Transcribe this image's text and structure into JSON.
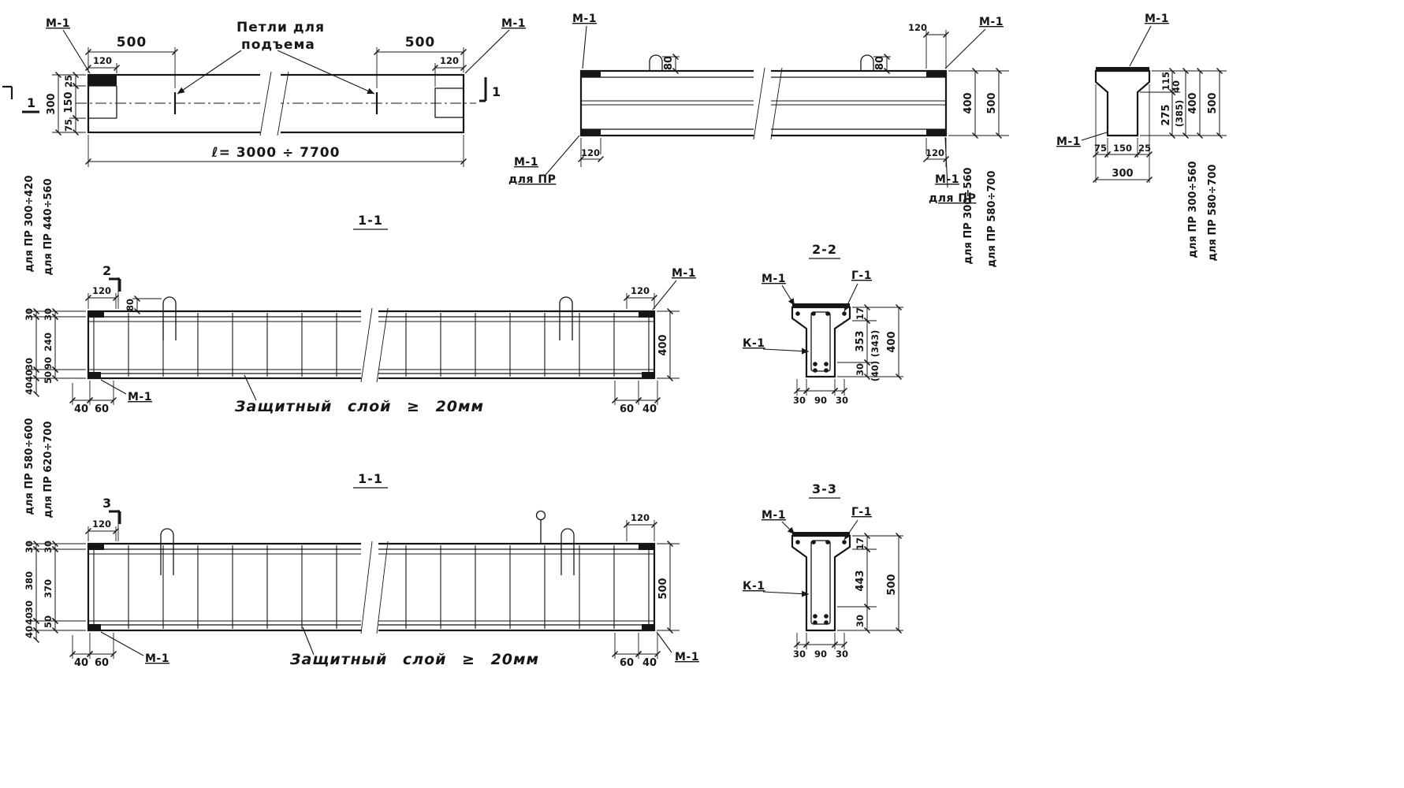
{
  "labels": {
    "m1": "М-1",
    "g1": "Г-1",
    "k1": "К-1",
    "lifting_line1": "Петли для",
    "lifting_line2": "подъема",
    "dlya_pr": "для ПР",
    "protective_layer": "Защитный слой ≥ 20мм",
    "length_range": "ℓ= 3000 ÷ 7700"
  },
  "sections": {
    "s11": "1-1",
    "s22": "2-2",
    "s33": "3-3",
    "c1": "1",
    "c2": "2",
    "c3": "3"
  },
  "ranges": {
    "pr300_560": "для ПР 300÷560",
    "pr580_700": "для ПР 580÷700",
    "pr300_420": "для ПР 300÷420",
    "pr440_560": "для ПР 440÷560",
    "pr580_600": "для ПР 580÷600",
    "pr620_700": "для ПР 620÷700"
  },
  "dims": {
    "v17": "17",
    "v25": "25",
    "v30": "30",
    "v40": "40",
    "v50": "50",
    "v60": "60",
    "v75": "75",
    "v80": "80",
    "v90": "90",
    "v115": "115",
    "v120": "120",
    "v150": "150",
    "v240": "240",
    "v275": "275",
    "v300": "300",
    "v353": "353",
    "v370": "370",
    "v380": "380",
    "v400": "400",
    "v443": "443",
    "v500": "500",
    "p40": "(40)",
    "p343": "(343)",
    "p385": "(385)"
  }
}
